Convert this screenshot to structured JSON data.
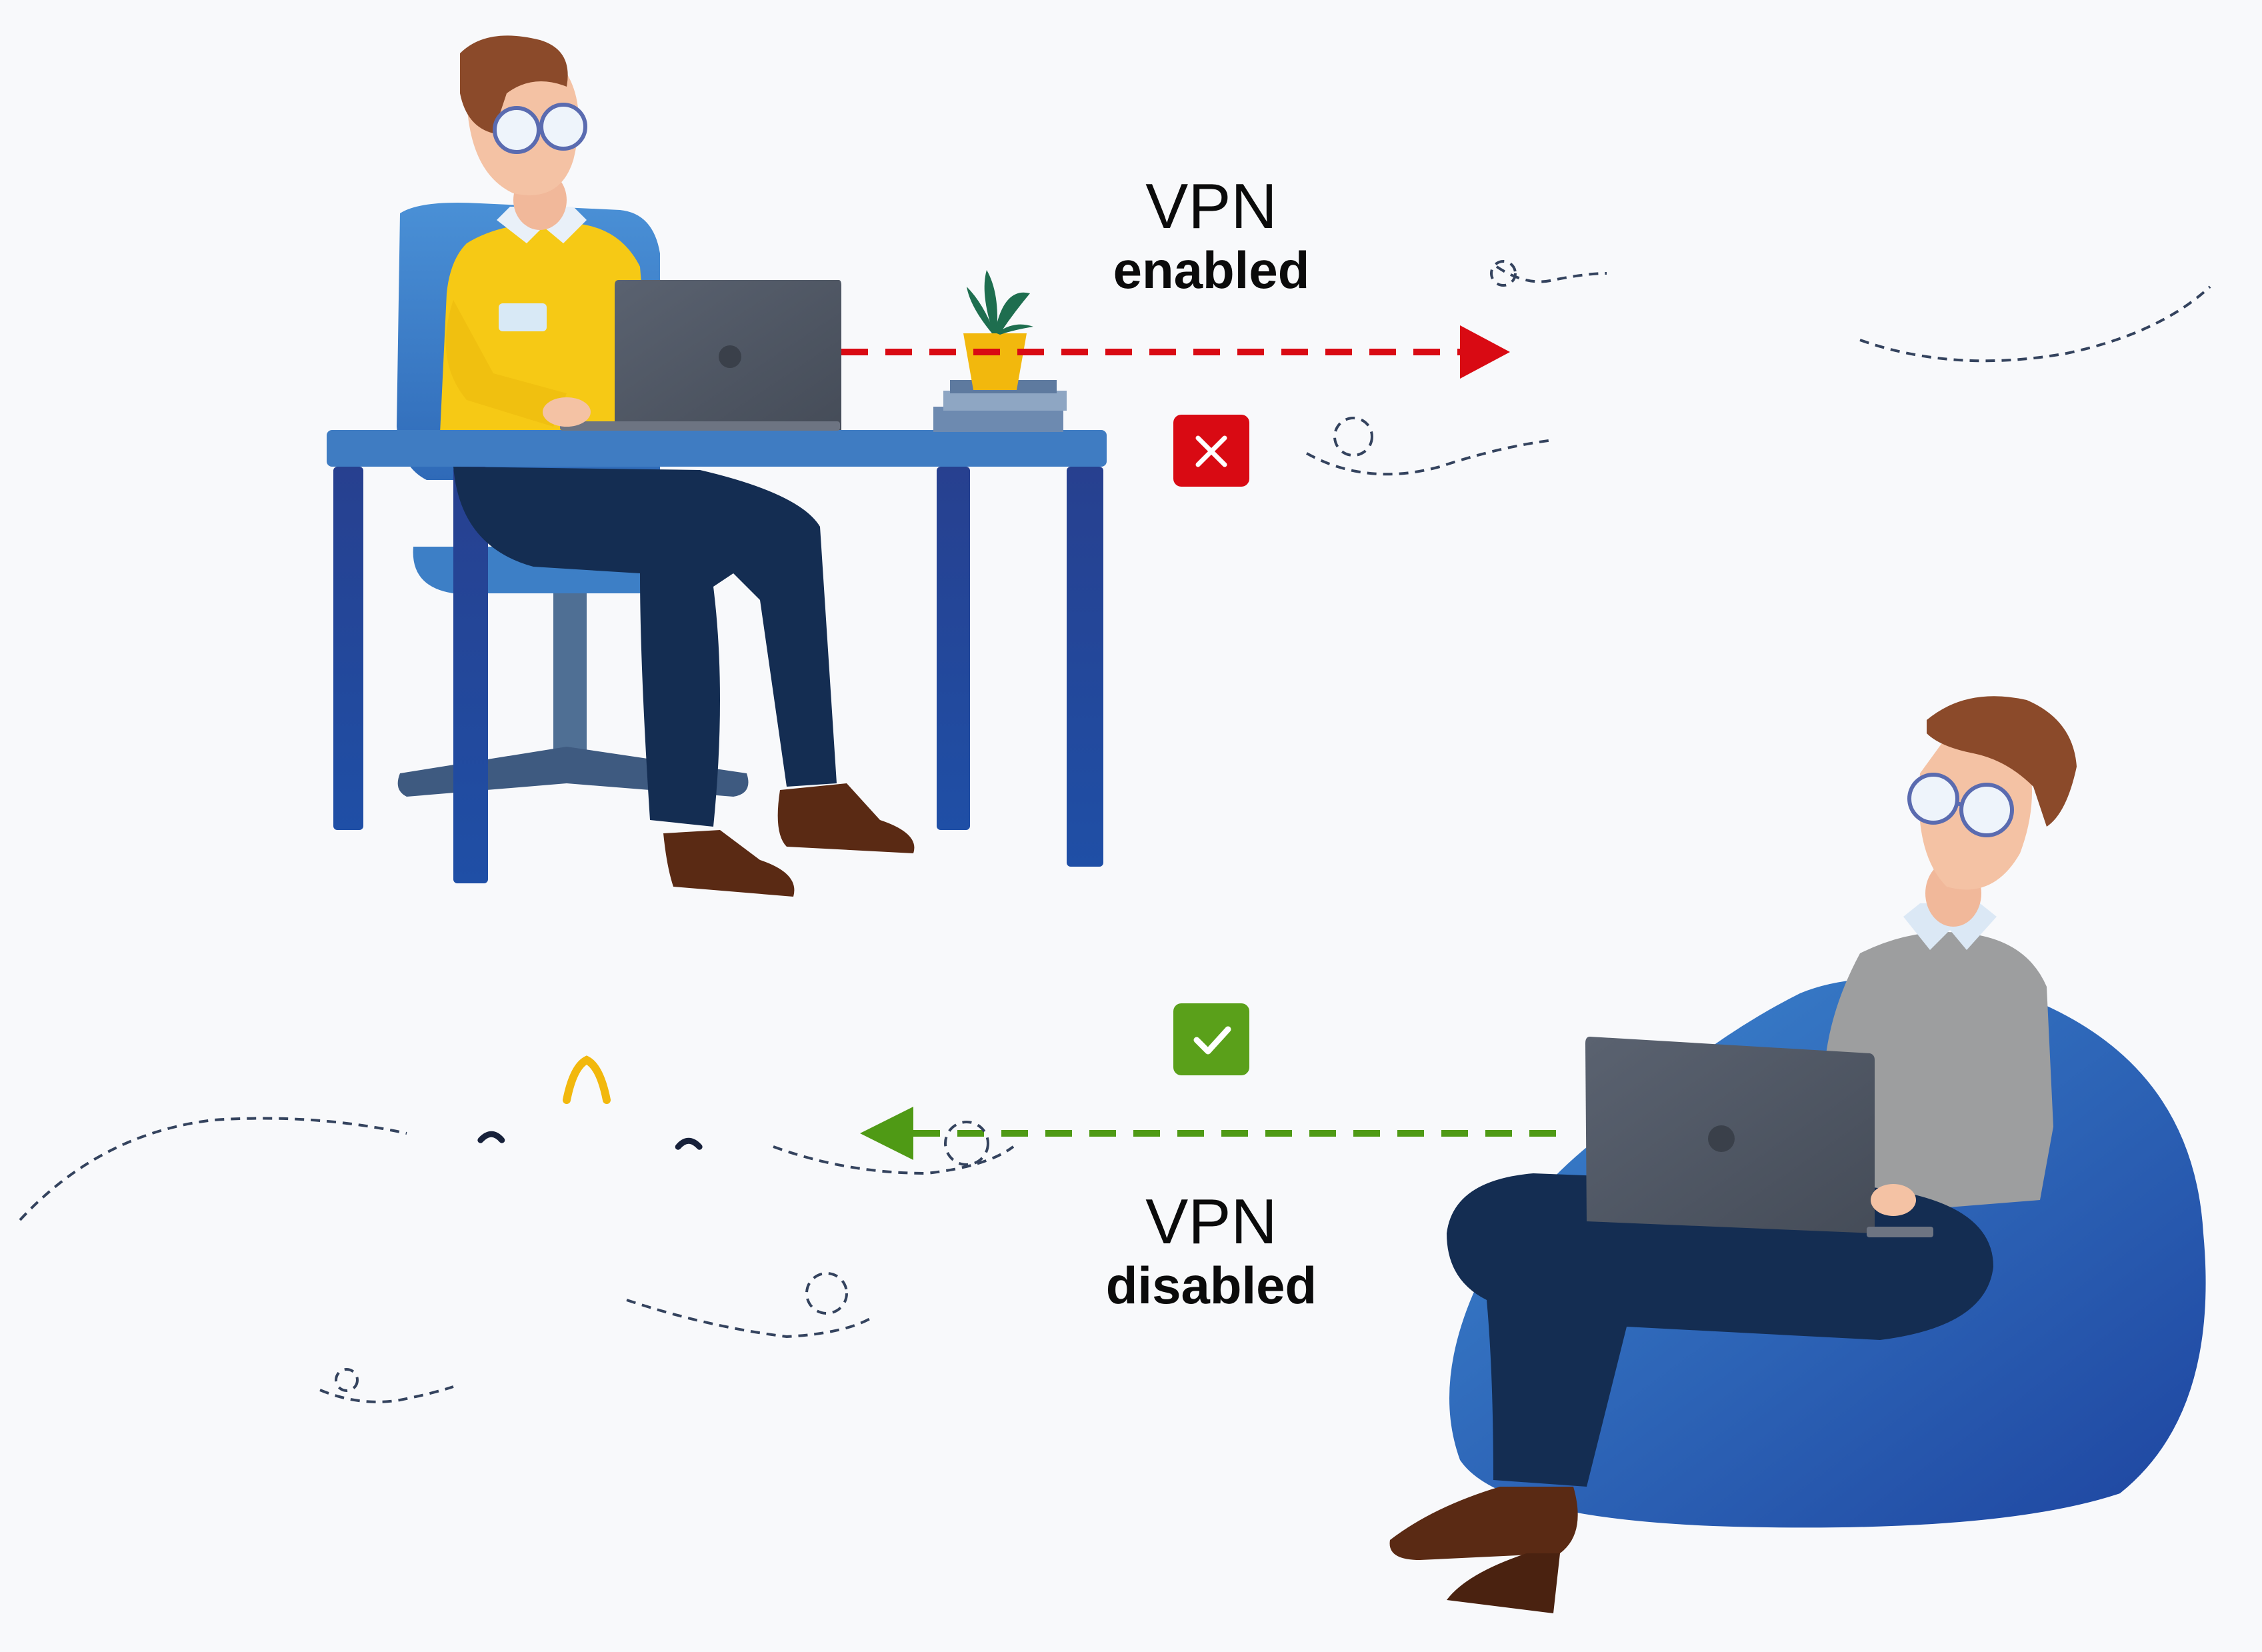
{
  "labels": {
    "top": {
      "line1": "VPN",
      "line2": "enabled"
    },
    "bottom": {
      "line1": "VPN",
      "line2": "disabled"
    }
  },
  "status": {
    "top": {
      "icon": "close-icon",
      "color": "#d90a13"
    },
    "bottom": {
      "icon": "check-icon",
      "color": "#5aa01a"
    }
  },
  "colors": {
    "background": "#f8f9fb",
    "blocked_arrow": "#d90a13",
    "allowed_arrow": "#4f9a15",
    "bee_yellow": "#f7c520",
    "bee_outline": "#17213a",
    "desk": "#3f7cc2",
    "beanbag": "#2a5db4"
  }
}
